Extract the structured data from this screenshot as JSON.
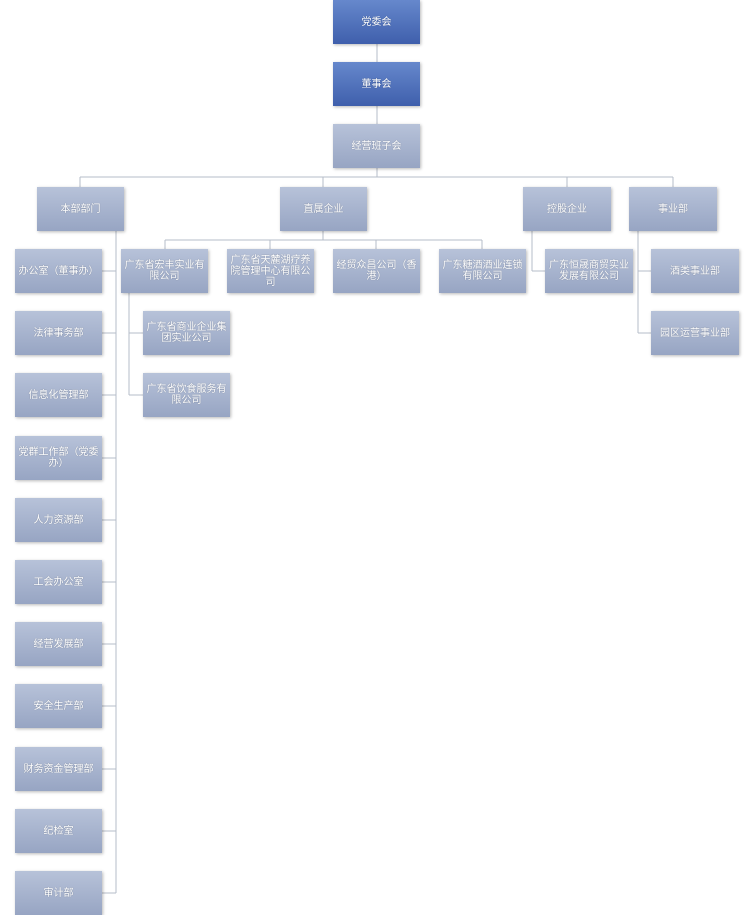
{
  "nodes": {
    "party": "党委会",
    "board": "董事会",
    "mgmt": "经营班子会",
    "hq": "本部部门",
    "direct": "直属企业",
    "holding": "控股企业",
    "division": "事业部",
    "hq1": "办公室（董事办）",
    "hq2": "法律事务部",
    "hq3": "信息化管理部",
    "hq4": "党群工作部（党委办）",
    "hq5": "人力资源部",
    "hq6": "工会办公室",
    "hq7": "经营发展部",
    "hq8": "安全生产部",
    "hq9": "财务资金管理部",
    "hq10": "纪检室",
    "hq11": "审计部",
    "d1": "广东省宏丰实业有限公司",
    "d1a": "广东省商业企业集团实业公司",
    "d1b": "广东省饮食服务有限公司",
    "d2": "广东省天麓湖疗养院管理中心有限公司",
    "d3": "经贸众昌公司（香港）",
    "d4": "广东糖酒酒业连锁有限公司",
    "h1": "广东恒晟商贸实业发展有限公司",
    "v1": "酒类事业部",
    "v2": "园区运营事业部"
  },
  "colors": {
    "top_box": "#4a6cb8",
    "box": "#a3afca",
    "line": "#b5bcc8"
  }
}
